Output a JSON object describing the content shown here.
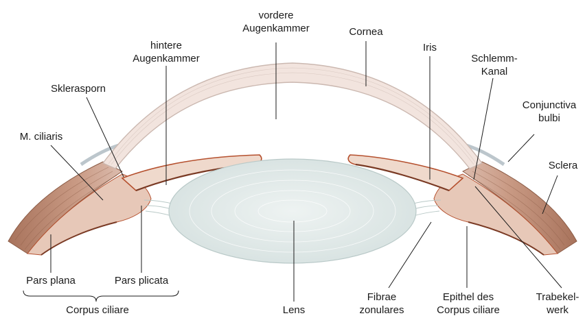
{
  "labels": {
    "vordere_augenkammer": [
      "vordere",
      "Augenkammer"
    ],
    "cornea": "Cornea",
    "iris": "Iris",
    "hintere_augenkammer": [
      "hintere",
      "Augenkammer"
    ],
    "schlemm_kanal": [
      "Schlemm-",
      "Kanal"
    ],
    "sklerasporn": "Sklerasporn",
    "conjunctiva_bulbi": [
      "Conjunctiva",
      "bulbi"
    ],
    "m_ciliaris": "M. ciliaris",
    "sclera": "Sclera",
    "pars_plana": "Pars plana",
    "pars_plicata": "Pars plicata",
    "corpus_ciliare": "Corpus ciliare",
    "lens": "Lens",
    "fibrae_zonulares": [
      "Fibrae",
      "zonulares"
    ],
    "epithel_corpus_ciliare": [
      "Epithel des",
      "Corpus ciliare"
    ],
    "trabekelwerk": [
      "Trabekel-",
      "werk"
    ]
  },
  "colors": {
    "cornea_fill": "#f2e4de",
    "cornea_edge": "#cbb8b0",
    "sclera": "#c99a84",
    "sclera_dark": "#8a5a44",
    "iris_tissue": "#efd9cc",
    "iris_edge": "#b5502e",
    "pigment": "#7a3a24",
    "lens_fill": "#e4eceb",
    "lens_stroke": "#b9c9c8",
    "zonule": "#b8c8c6",
    "conjunctiva": "#bcc6cc",
    "leader": "#1a1a1a"
  }
}
